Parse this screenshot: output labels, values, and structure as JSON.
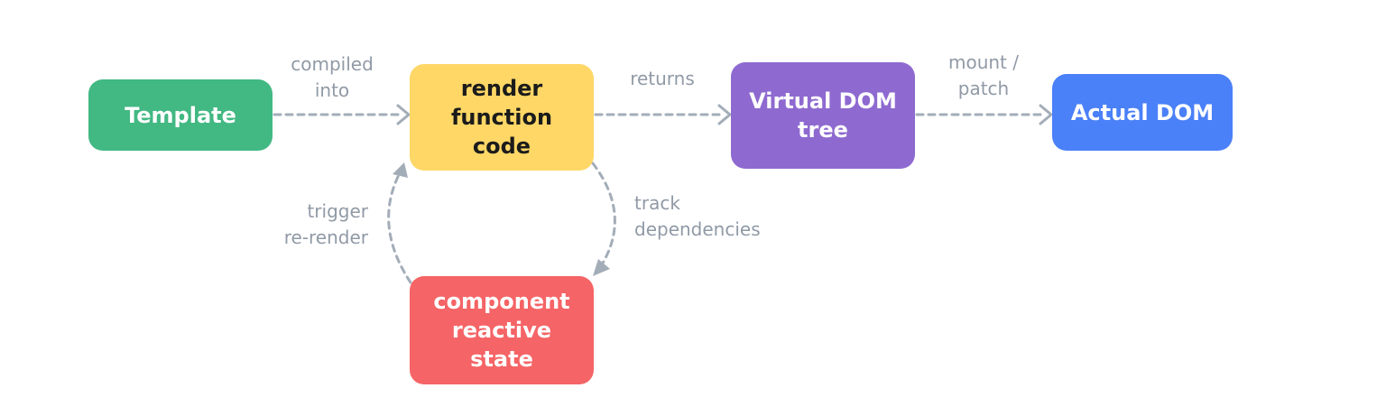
{
  "colors": {
    "template": "#42b883",
    "render": "#fed766",
    "vdom": "#8e6ad0",
    "actual": "#4a80f8",
    "state": "#f56466",
    "connector": "#a3adb8",
    "label": "#909aa6"
  },
  "nodes": {
    "template": {
      "label": "Template",
      "text_color": "#ffffff"
    },
    "render": {
      "label": "render\nfunction\ncode",
      "text_color": "#1b1b1b"
    },
    "vdom": {
      "label": "Virtual DOM\ntree",
      "text_color": "#ffffff"
    },
    "actual": {
      "label": "Actual DOM",
      "text_color": "#ffffff"
    },
    "state": {
      "label": "component\nreactive\nstate",
      "text_color": "#ffffff"
    }
  },
  "edges": {
    "compiled_into": {
      "label": "compiled\ninto"
    },
    "returns": {
      "label": "returns"
    },
    "mount_patch": {
      "label": "mount /\npatch"
    },
    "track_dependencies": {
      "label": "track\ndependencies"
    },
    "trigger_rerender": {
      "label": "trigger\nre-render"
    }
  }
}
